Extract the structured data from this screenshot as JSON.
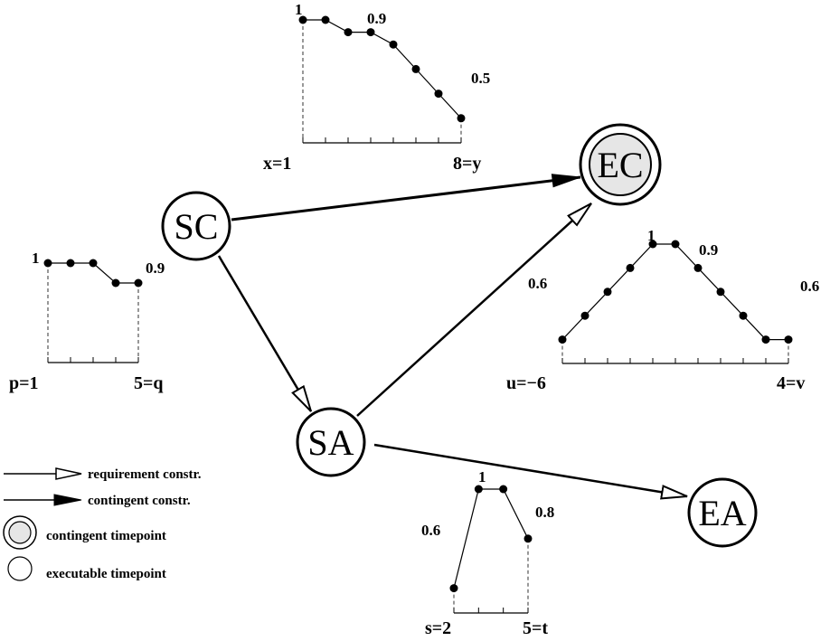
{
  "nodes": {
    "SC": {
      "label": "SC"
    },
    "SA": {
      "label": "SA"
    },
    "EC": {
      "label": "EC"
    },
    "EA": {
      "label": "EA"
    }
  },
  "colors": {
    "stroke": "#000000",
    "contingent_fill": "#e6e6e6",
    "background": "#ffffff"
  },
  "functions": {
    "top": {
      "values": [
        1,
        1,
        0.95,
        0.95,
        0.9,
        0.8,
        0.7,
        0.6
      ],
      "value_labels": [
        "1",
        "0.9",
        "0.5"
      ],
      "left_label": "x=1",
      "right_label": "8=y"
    },
    "left": {
      "values": [
        1,
        1,
        1,
        0.9,
        0.9
      ],
      "value_labels": [
        "1",
        "0.9"
      ],
      "left_label": "p=1",
      "right_label": "5=q"
    },
    "right": {
      "values": [
        0.6,
        0.7,
        0.8,
        0.9,
        1,
        1,
        0.9,
        0.8,
        0.7,
        0.6,
        0.6
      ],
      "value_labels": [
        "0.6",
        "1",
        "0.9",
        "0.6"
      ],
      "left_label": "u=−6",
      "right_label": "4=v"
    },
    "bottom": {
      "values": [
        0.6,
        1,
        1,
        0.8
      ],
      "value_labels": [
        "0.6",
        "1",
        "0.8"
      ],
      "left_label": "s=2",
      "right_label": "5=t"
    }
  },
  "legend": {
    "requirement": "requirement constr.",
    "contingent": "contingent constr.",
    "contingent_tp": "contingent timepoint",
    "executable_tp": "executable timepoint"
  }
}
